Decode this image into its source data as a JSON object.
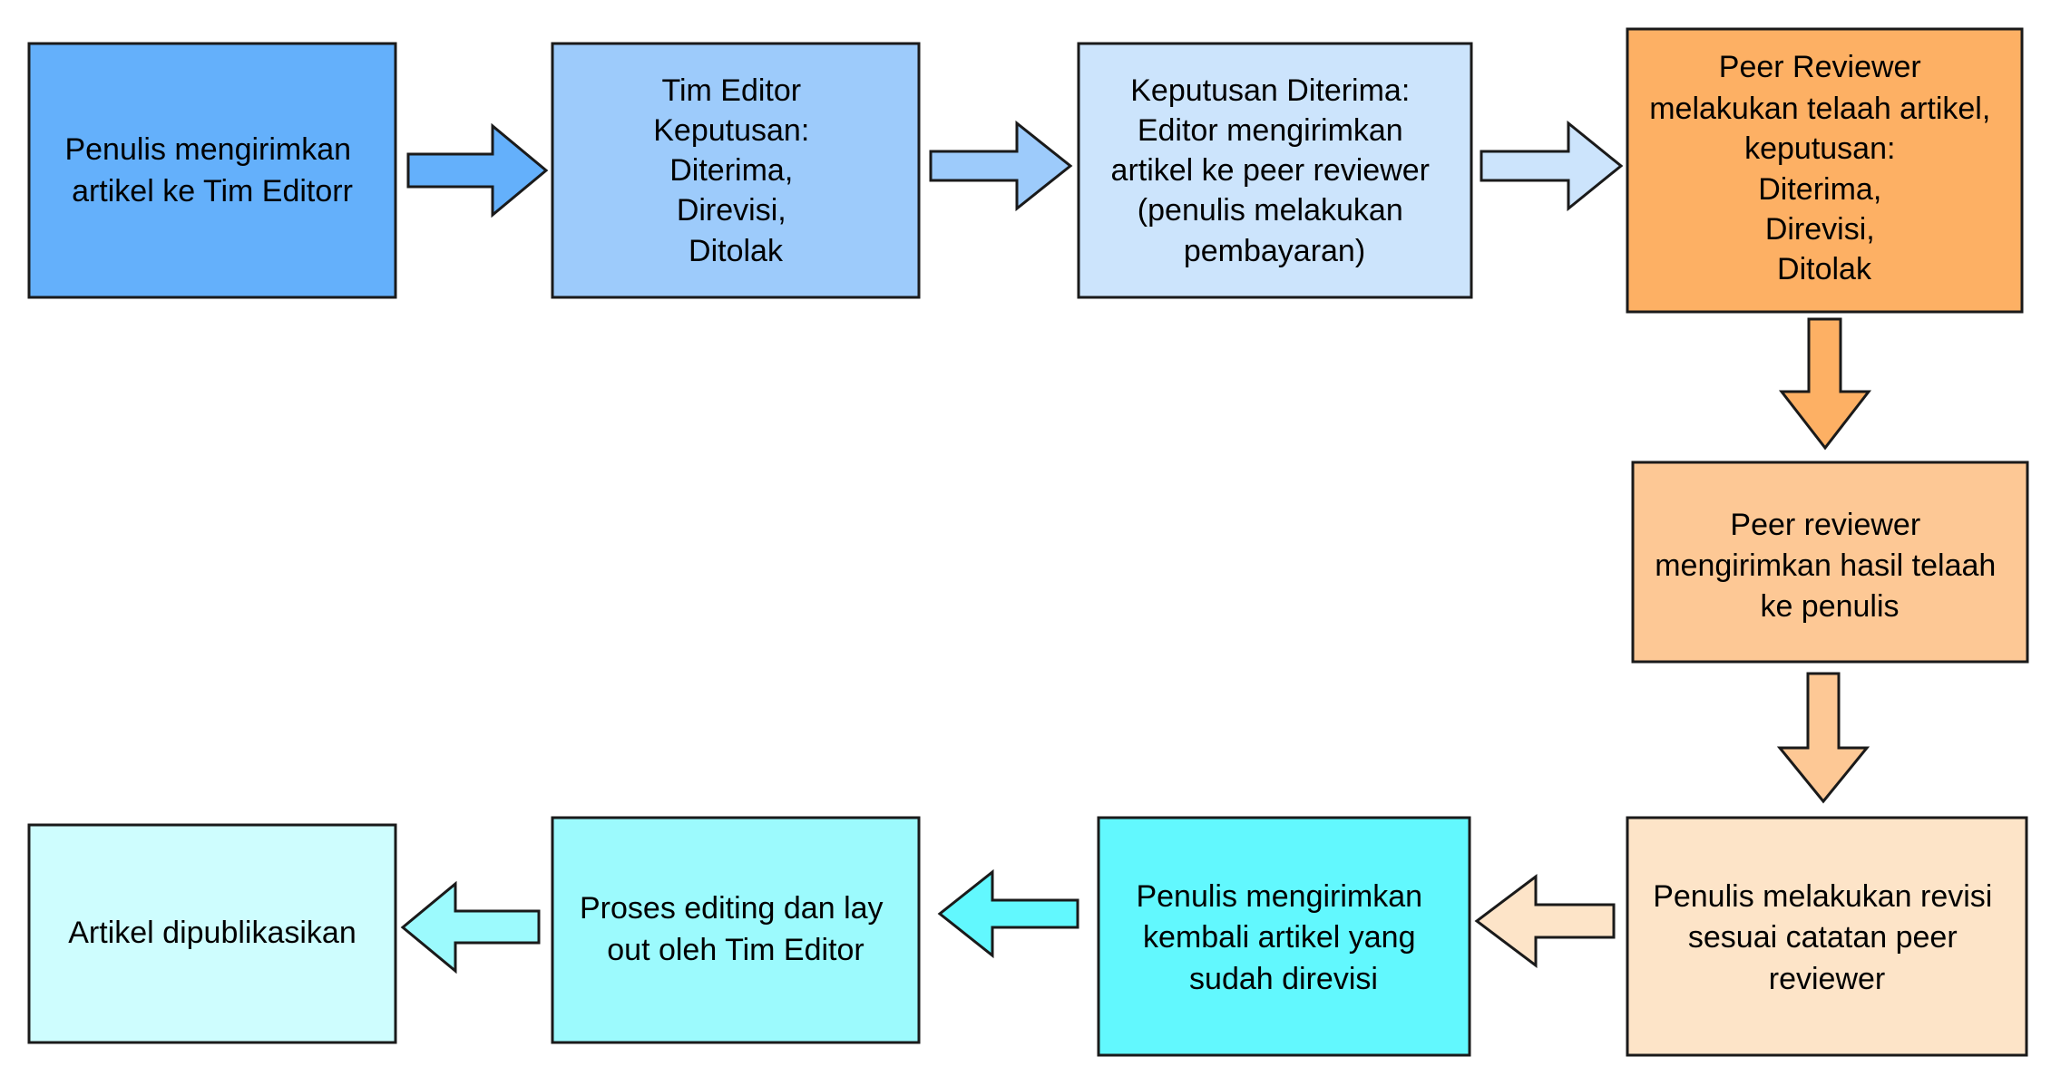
{
  "colors": {
    "stroke": "#1a1a1a",
    "blue_dark": "#64b0fb",
    "blue_mid": "#9dcbfb",
    "blue_light": "#cce4fc",
    "orange_dark": "#fdb064",
    "orange_mid": "#fdc895",
    "orange_light": "#fde4c8",
    "cyan_dark": "#62f8fe",
    "cyan_mid": "#9cfafd",
    "cyan_light": "#cefdfe"
  },
  "nodes": [
    {
      "id": "submit",
      "lines": [
        "Penulis mengirimkan",
        "artikel ke Tim Editorr"
      ]
    },
    {
      "id": "editor",
      "lines": [
        "Tim Editor",
        "Keputusan:",
        "Diterima,",
        "Direvisi,",
        "Ditolak"
      ]
    },
    {
      "id": "accepted",
      "lines": [
        "Keputusan Diterima:",
        "Editor mengirimkan",
        "artikel ke peer reviewer",
        "(penulis melakukan",
        "pembayaran)"
      ]
    },
    {
      "id": "review",
      "lines": [
        "Peer Reviewer",
        "melakukan telaah artikel,",
        "keputusan:",
        "Diterima,",
        "Direvisi,",
        "Ditolak"
      ]
    },
    {
      "id": "send-result",
      "lines": [
        "Peer reviewer",
        "mengirimkan hasil telaah",
        "ke penulis"
      ]
    },
    {
      "id": "revise",
      "lines": [
        "Penulis melakukan revisi",
        "sesuai catatan peer",
        "reviewer"
      ]
    },
    {
      "id": "resubmit",
      "lines": [
        "Penulis mengirimkan",
        "kembali artikel yang",
        "sudah direvisi"
      ]
    },
    {
      "id": "editing",
      "lines": [
        "Proses editing dan lay",
        "out oleh Tim Editor"
      ]
    },
    {
      "id": "published",
      "lines": [
        "Artikel dipublikasikan"
      ]
    }
  ],
  "edges": [
    {
      "from": "submit",
      "to": "editor",
      "direction": "right"
    },
    {
      "from": "editor",
      "to": "accepted",
      "direction": "right"
    },
    {
      "from": "accepted",
      "to": "review",
      "direction": "right"
    },
    {
      "from": "review",
      "to": "send-result",
      "direction": "down"
    },
    {
      "from": "send-result",
      "to": "revise",
      "direction": "down"
    },
    {
      "from": "revise",
      "to": "resubmit",
      "direction": "left"
    },
    {
      "from": "resubmit",
      "to": "editing",
      "direction": "left"
    },
    {
      "from": "editing",
      "to": "published",
      "direction": "left"
    }
  ]
}
